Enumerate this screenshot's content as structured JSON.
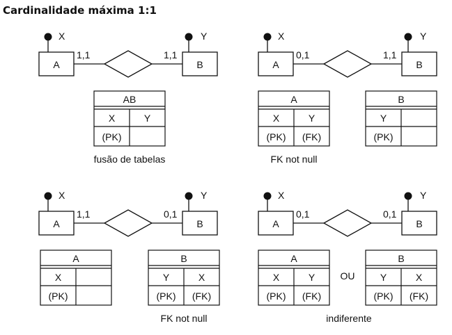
{
  "title": "Cardinalidade máxima 1:1",
  "panels": [
    {
      "entity_a": "A",
      "entity_b": "B",
      "attr_a": "X",
      "attr_b": "Y",
      "card_a": "1,1",
      "card_b": "1,1",
      "tables": [
        {
          "name": "AB",
          "columns": [
            {
              "attr": "X",
              "key": "(PK)"
            },
            {
              "attr": "Y",
              "key": ""
            }
          ]
        }
      ],
      "middle_text": "",
      "caption": "fusão de tabelas"
    },
    {
      "entity_a": "A",
      "entity_b": "B",
      "attr_a": "X",
      "attr_b": "Y",
      "card_a": "0,1",
      "card_b": "1,1",
      "tables": [
        {
          "name": "A",
          "columns": [
            {
              "attr": "X",
              "key": "(PK)"
            },
            {
              "attr": "Y",
              "key": "(FK)"
            }
          ]
        },
        {
          "name": "B",
          "columns": [
            {
              "attr": "Y",
              "key": "(PK)"
            },
            {
              "attr": "",
              "key": ""
            }
          ]
        }
      ],
      "middle_text": "",
      "caption": "FK not null"
    },
    {
      "entity_a": "A",
      "entity_b": "B",
      "attr_a": "X",
      "attr_b": "Y",
      "card_a": "1,1",
      "card_b": "0,1",
      "tables": [
        {
          "name": "A",
          "columns": [
            {
              "attr": "X",
              "key": "(PK)"
            },
            {
              "attr": "",
              "key": ""
            }
          ]
        },
        {
          "name": "B",
          "columns": [
            {
              "attr": "Y",
              "key": "(PK)"
            },
            {
              "attr": "X",
              "key": "(FK)"
            }
          ]
        }
      ],
      "middle_text": "",
      "caption": "FK not null"
    },
    {
      "entity_a": "A",
      "entity_b": "B",
      "attr_a": "X",
      "attr_b": "Y",
      "card_a": "0,1",
      "card_b": "0,1",
      "tables": [
        {
          "name": "A",
          "columns": [
            {
              "attr": "X",
              "key": "(PK)"
            },
            {
              "attr": "Y",
              "key": "(FK)"
            }
          ]
        },
        {
          "name": "B",
          "columns": [
            {
              "attr": "Y",
              "key": "(PK)"
            },
            {
              "attr": "X",
              "key": "(FK)"
            }
          ]
        }
      ],
      "middle_text": "OU",
      "caption": "indiferente"
    }
  ]
}
